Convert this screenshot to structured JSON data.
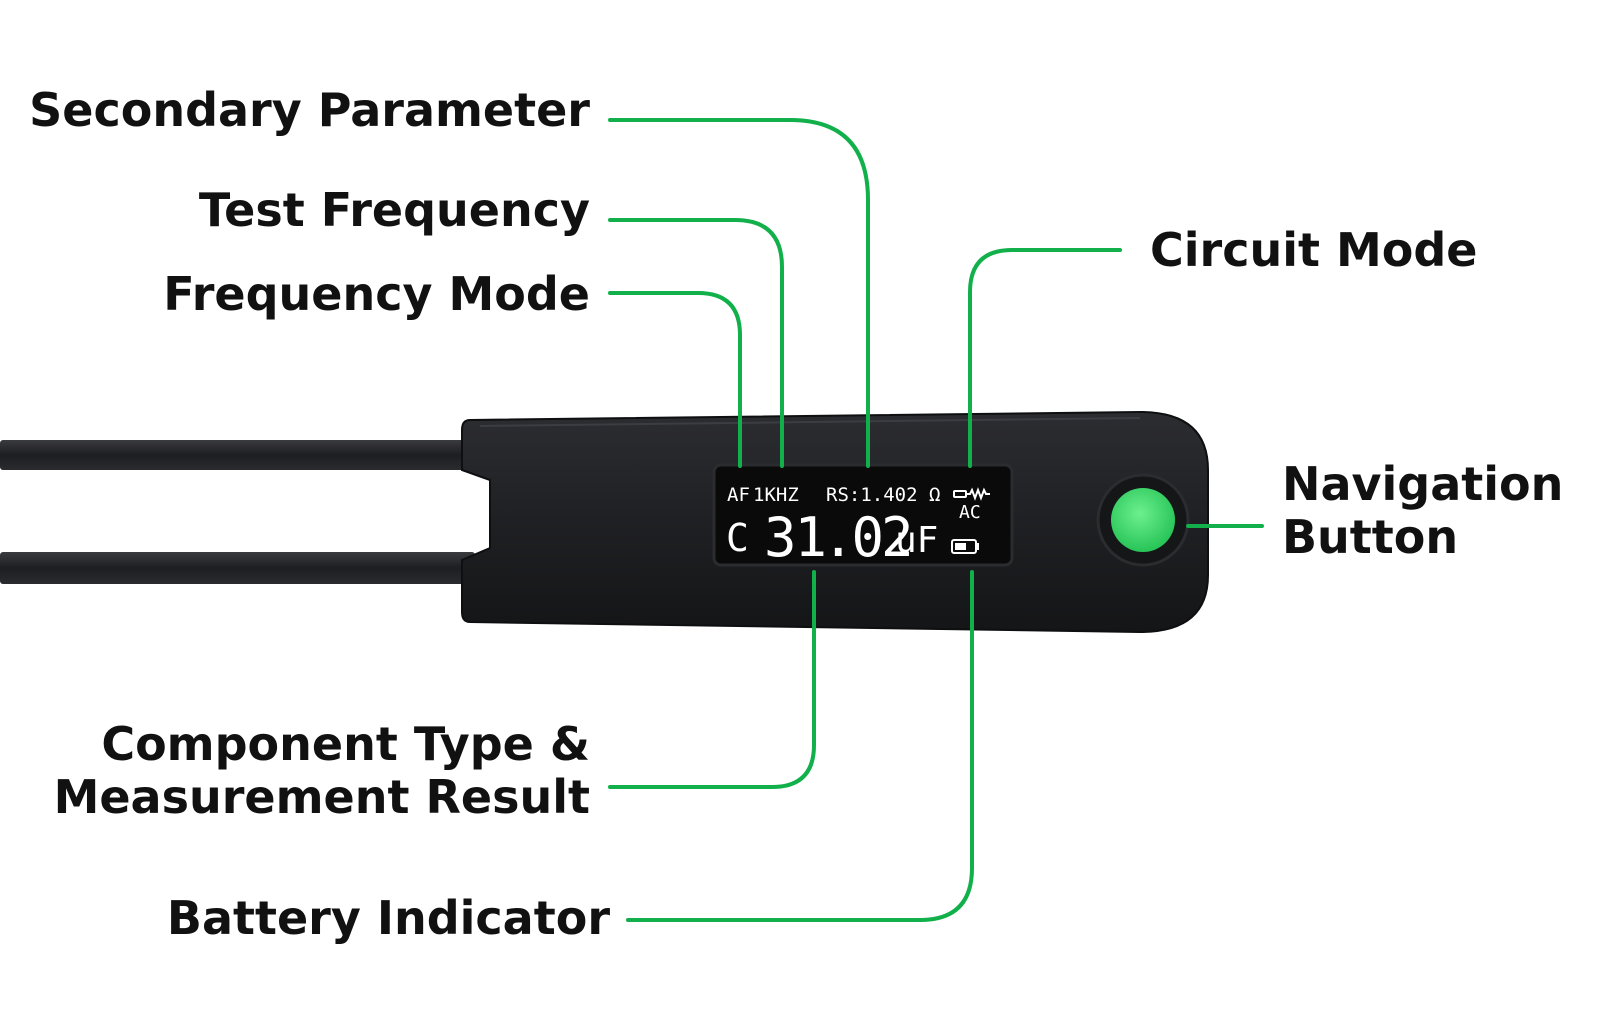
{
  "labels": {
    "secondary_parameter": "Secondary Parameter",
    "test_frequency": "Test Frequency",
    "frequency_mode": "Frequency Mode",
    "circuit_mode": "Circuit Mode",
    "navigation_button_line1": "Navigation",
    "navigation_button_line2": "Button",
    "component_type_line1": "Component Type &",
    "component_type_line2": "Measurement Result",
    "battery_indicator": "Battery Indicator"
  },
  "display": {
    "frequency_mode": "AF",
    "test_frequency": "1KHZ",
    "secondary_parameter": "RS:1.402 Ω",
    "circuit_mode": "AC",
    "component_type": "C",
    "value_integer": "31",
    "value_decimal": ".02",
    "unit": "uF"
  },
  "colors": {
    "callout_line": "#12b04a",
    "device_body": "#1f2023",
    "screen": "#0a0a0a",
    "button": "#3fd96b",
    "label_text": "#111111"
  },
  "icons": {
    "circuit": "series-circuit-icon",
    "battery": "battery-icon"
  }
}
